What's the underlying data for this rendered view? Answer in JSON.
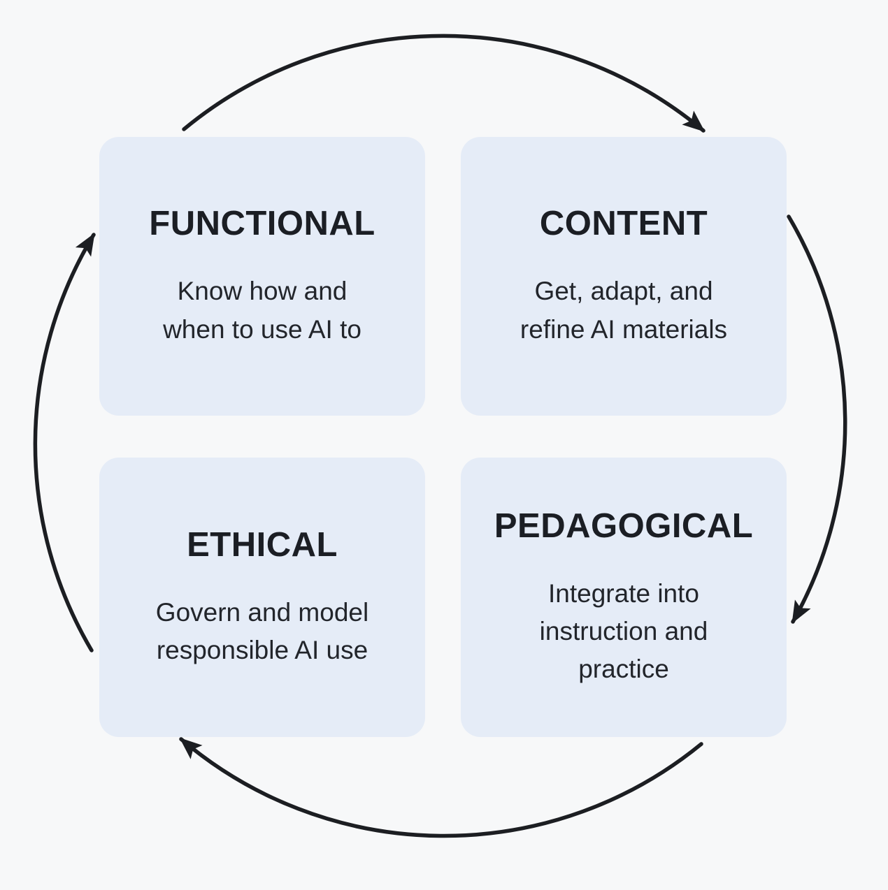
{
  "diagram": {
    "name": "ai-competency-cycle",
    "quadrants": [
      {
        "id": "functional",
        "title": "FUNCTIONAL",
        "description": "Know how and\nwhen to use AI to"
      },
      {
        "id": "content",
        "title": "CONTENT",
        "description": "Get, adapt, and\nrefine AI materials"
      },
      {
        "id": "ethical",
        "title": "ETHICAL",
        "description": "Govern and model\nresponsible AI use"
      },
      {
        "id": "pedagogical",
        "title": "PEDAGOGICAL",
        "description": "Integrate into\ninstruction and\npractice"
      }
    ],
    "cycle": {
      "direction": "clockwise",
      "segments": [
        "top: functional to content",
        "right: content to pedagogical",
        "bottom: pedagogical to ethical",
        "left: ethical to functional"
      ]
    },
    "colors": {
      "background": "#f7f8f9",
      "card": "#e5ecf7",
      "title": "#1b1e24",
      "body": "#22252b",
      "arrow": "#1c1e22"
    }
  }
}
